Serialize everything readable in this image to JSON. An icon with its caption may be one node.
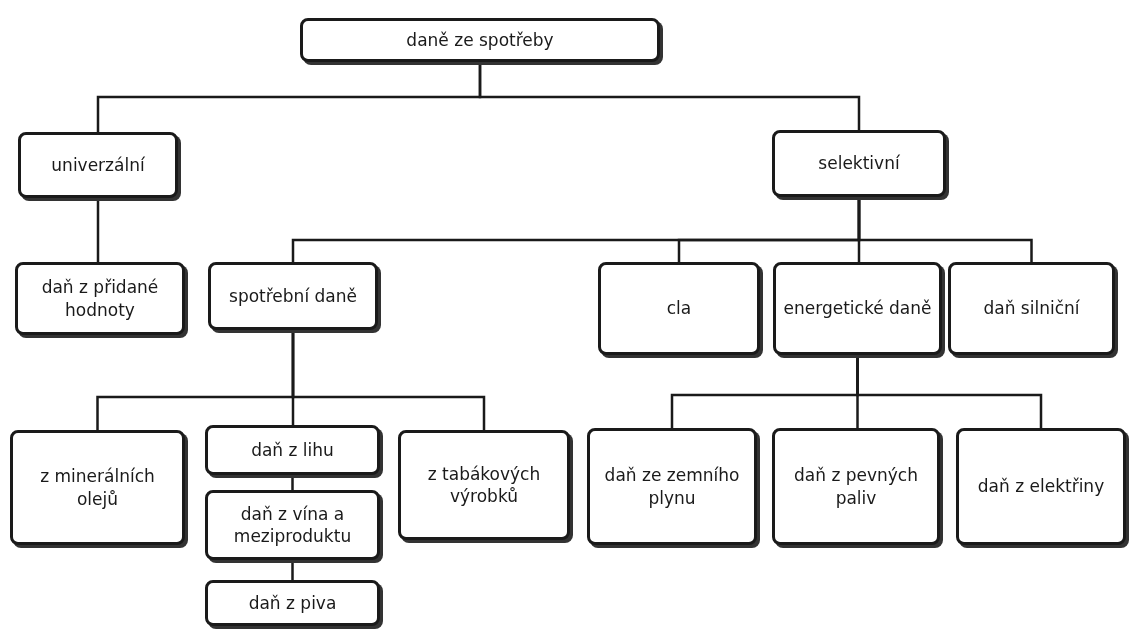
{
  "diagram": {
    "nodes": [
      {
        "text": [
          "daně ze spotřeby"
        ]
      },
      {
        "text": [
          "univerzální"
        ]
      },
      {
        "text": [
          "selektivní"
        ]
      },
      {
        "text": [
          "daň z přidané hodnoty"
        ]
      },
      {
        "text": [
          "spotřební daně"
        ]
      },
      {
        "text": [
          "cla"
        ]
      },
      {
        "text": [
          "energetické daně"
        ]
      },
      {
        "text": [
          "daň silniční"
        ]
      },
      {
        "text": [
          "z minerálních olejů"
        ]
      },
      {
        "text": [
          "daň z lihu"
        ]
      },
      {
        "text": [
          "daň z vína a meziproduktu"
        ]
      },
      {
        "text": [
          "daň z piva"
        ]
      },
      {
        "text": [
          "z tabákových výrobků"
        ]
      },
      {
        "text": [
          "daň ze zemního plynu"
        ]
      },
      {
        "text": [
          "daň z pevných paliv"
        ]
      },
      {
        "text": [
          "daň z elektřiny"
        ]
      }
    ],
    "edges": [
      {
        "from": 0,
        "to": 1,
        "arrow": "none"
      },
      {
        "from": 0,
        "to": 2,
        "arrow": "none"
      },
      {
        "from": 1,
        "to": 3,
        "arrow": "none"
      },
      {
        "from": 2,
        "to": 4,
        "arrow": "none"
      },
      {
        "from": 2,
        "to": 5,
        "arrow": "none"
      },
      {
        "from": 2,
        "to": 6,
        "arrow": "none"
      },
      {
        "from": 2,
        "to": 7,
        "arrow": "none"
      },
      {
        "from": 4,
        "to": 8,
        "arrow": "none"
      },
      {
        "from": 4,
        "to": 9,
        "arrow": "none"
      },
      {
        "from": 4,
        "to": 12,
        "arrow": "none"
      },
      {
        "from": 9,
        "to": 10,
        "arrow": "none"
      },
      {
        "from": 10,
        "to": 11,
        "arrow": "none"
      },
      {
        "from": 6,
        "to": 13,
        "arrow": "none"
      },
      {
        "from": 6,
        "to": 14,
        "arrow": "none"
      },
      {
        "from": 6,
        "to": 15,
        "arrow": "none"
      }
    ]
  }
}
